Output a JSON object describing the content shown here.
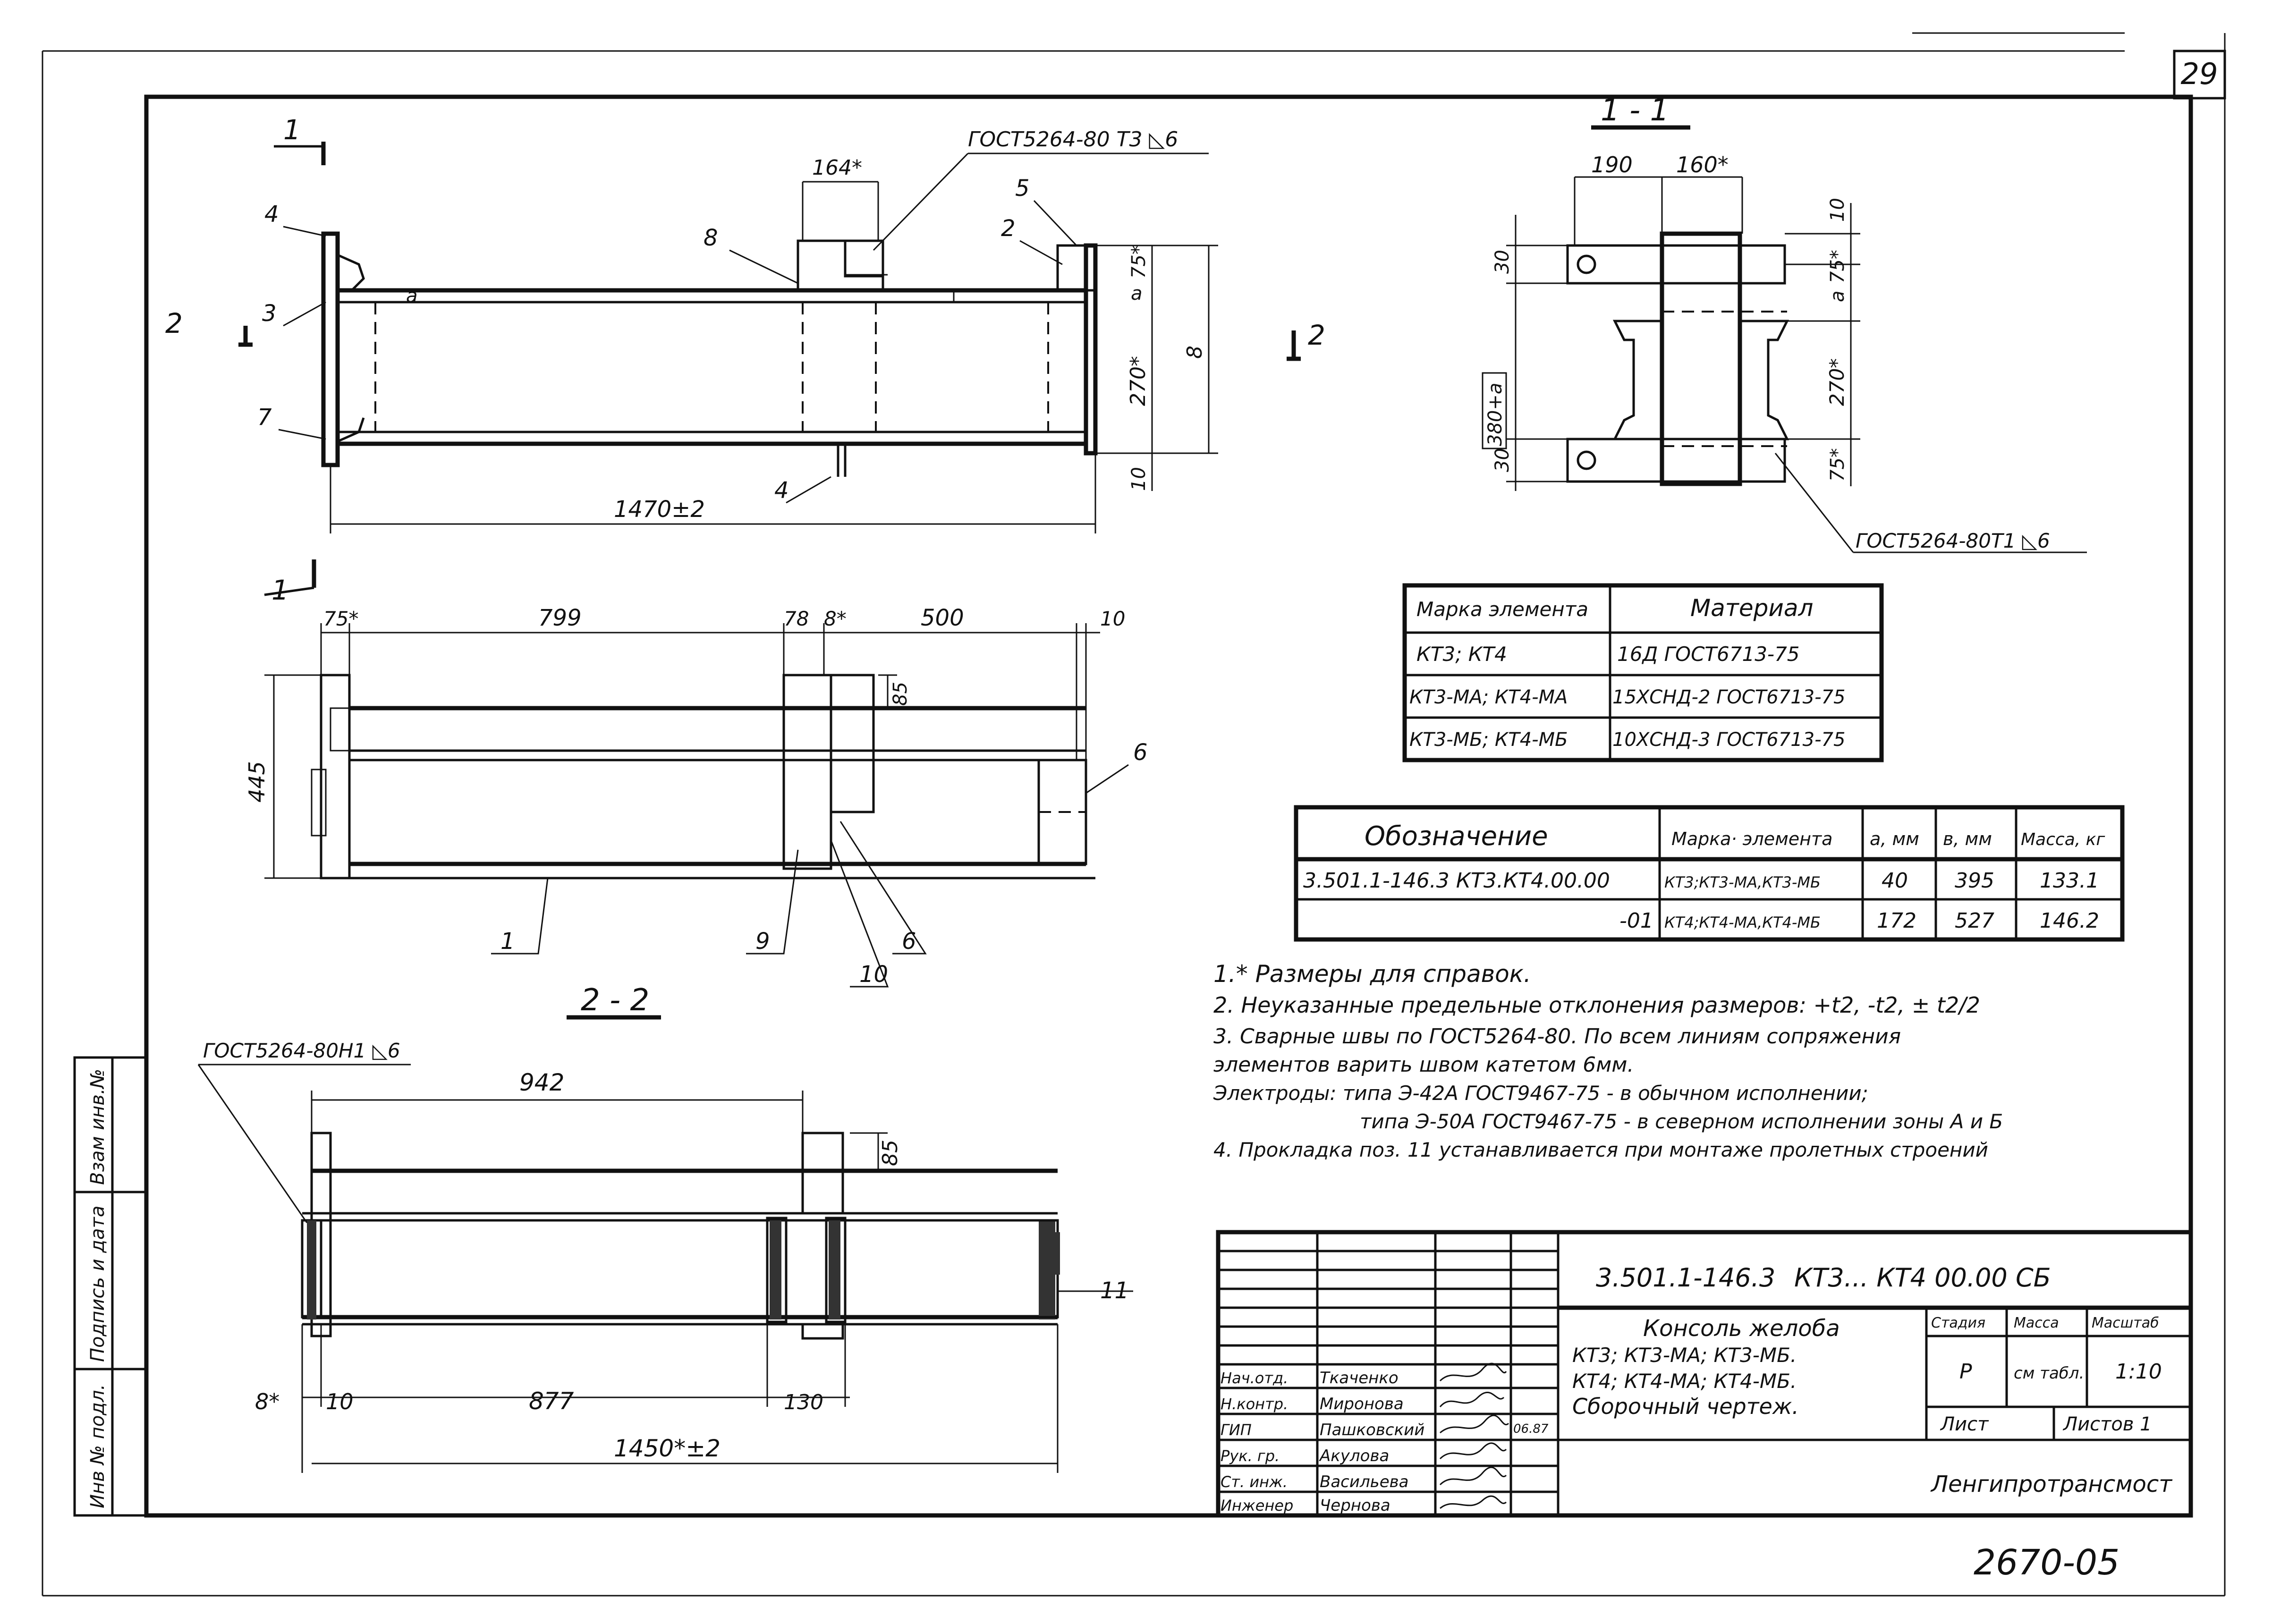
{
  "sheet": {
    "page_number": "29",
    "archive_number": "2670-05",
    "side_stamp": [
      "Взам инв.№",
      "Подпись и дата",
      "Инв № подл."
    ]
  },
  "views": {
    "front": {
      "section_marks": [
        "1",
        "1",
        "2",
        "2"
      ],
      "callouts": [
        "4",
        "3",
        "7",
        "8",
        "5",
        "2",
        "4"
      ],
      "weld_note": "ГОСТ5264-80 Т3 ◺6",
      "dims": [
        "164*",
        "75*",
        "a",
        "270*",
        "8",
        "10",
        "a",
        "1470±2"
      ]
    },
    "plan": {
      "dims": [
        "75*",
        "799",
        "78",
        "8*",
        "500",
        "10",
        "445",
        "85"
      ],
      "callouts": [
        "6",
        "1",
        "9",
        "6",
        "10"
      ]
    },
    "section_11": {
      "title": "1 - 1",
      "dims": [
        "190",
        "160*",
        "10",
        "75*",
        "a",
        "270*",
        "75*",
        "30",
        "30",
        "380+a"
      ],
      "weld_note": "ГОСТ5264-80Т1 ◺6"
    },
    "section_22": {
      "title": "2 - 2",
      "weld_note": "ГОСТ5264-80Н1 ◺6",
      "dims": [
        "942",
        "85",
        "8*",
        "10",
        "877",
        "130",
        "1450*±2"
      ],
      "callouts": [
        "11"
      ]
    }
  },
  "material_table": {
    "headers": [
      "Марка элемента",
      "Материал"
    ],
    "rows": [
      [
        "КТ3; КТ4",
        "16Д ГОСТ6713-75"
      ],
      [
        "КТ3-МА; КТ4-МА",
        "15ХСНД-2 ГОСТ6713-75"
      ],
      [
        "КТ3-МБ; КТ4-МБ",
        "10ХСНД-3 ГОСТ6713-75"
      ]
    ]
  },
  "spec_table": {
    "headers": [
      "Обозначение",
      "Марка· элемента",
      "а, мм",
      "в, мм",
      "Масса, кг"
    ],
    "rows": [
      [
        "3.501.1-146.3 КТ3.КТ4.00.00",
        "КТ3;КТ3-МА,КТ3-МБ",
        "40",
        "395",
        "133.1"
      ],
      [
        "-01",
        "КТ4;КТ4-МА,КТ4-МБ",
        "172",
        "527",
        "146.2"
      ]
    ]
  },
  "notes": [
    "1.* Размеры для справок.",
    "2. Неуказанные предельные отклонения размеров: +t2, -t2, ± t2/2",
    "3. Сварные швы по ГОСТ5264-80. По всем линиям сопряжения",
    "элементов варить швом катетом 6мм.",
    "Электроды: типа Э-42А ГОСТ9467-75 - в обычном исполнении;",
    "типа Э-50А ГОСТ9467-75 - в северном исполнении зоны А и Б",
    "4. Прокладка поз. 11 устанавливается при монтаже пролетных строений"
  ],
  "title_block": {
    "designation": "3.501.1-146.3",
    "drawing_code": "КТ3... КТ4 00.00 СБ",
    "item_name": [
      "Консоль желоба",
      "КТ3; КТ3-МА; КТ3-МБ.",
      "КТ4; КТ4-МА; КТ4-МБ.",
      "Сборочный чертеж."
    ],
    "stage_label": "Стадия",
    "mass_label": "Масса",
    "scale_label": "Масштаб",
    "stage": "Р",
    "mass": "см табл.",
    "scale": "1:10",
    "sheet_label": "Лист",
    "sheets_label": "Листов 1",
    "organization": "Ленгипротрансмост",
    "date": "06.87",
    "roles": [
      "Нач.отд.",
      "Н.контр.",
      "ГИП",
      "Рук. гр.",
      "Ст. инж.",
      "Инженер"
    ],
    "names": [
      "Ткаченко",
      "Миронова",
      "Пашковский",
      "Акулова",
      "Васильева",
      "Чернова"
    ]
  }
}
